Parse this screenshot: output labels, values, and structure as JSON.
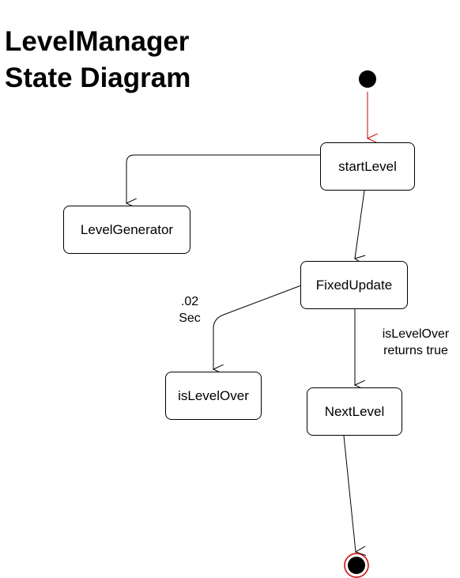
{
  "title": {
    "line1": "LevelManager",
    "line2": "State Diagram"
  },
  "states": {
    "start_level": "startLevel",
    "level_generator": "LevelGenerator",
    "fixed_update": "FixedUpdate",
    "is_level_over": "isLevelOver",
    "next_level": "NextLevel"
  },
  "transitions": {
    "timer_line1": ".02",
    "timer_line2": "Sec",
    "guard_line1": "isLevelOver",
    "guard_line2": "returns true"
  },
  "colors": {
    "initial_arrow": "#cc0000",
    "final_ring": "#cc0000",
    "node": "#000000"
  }
}
